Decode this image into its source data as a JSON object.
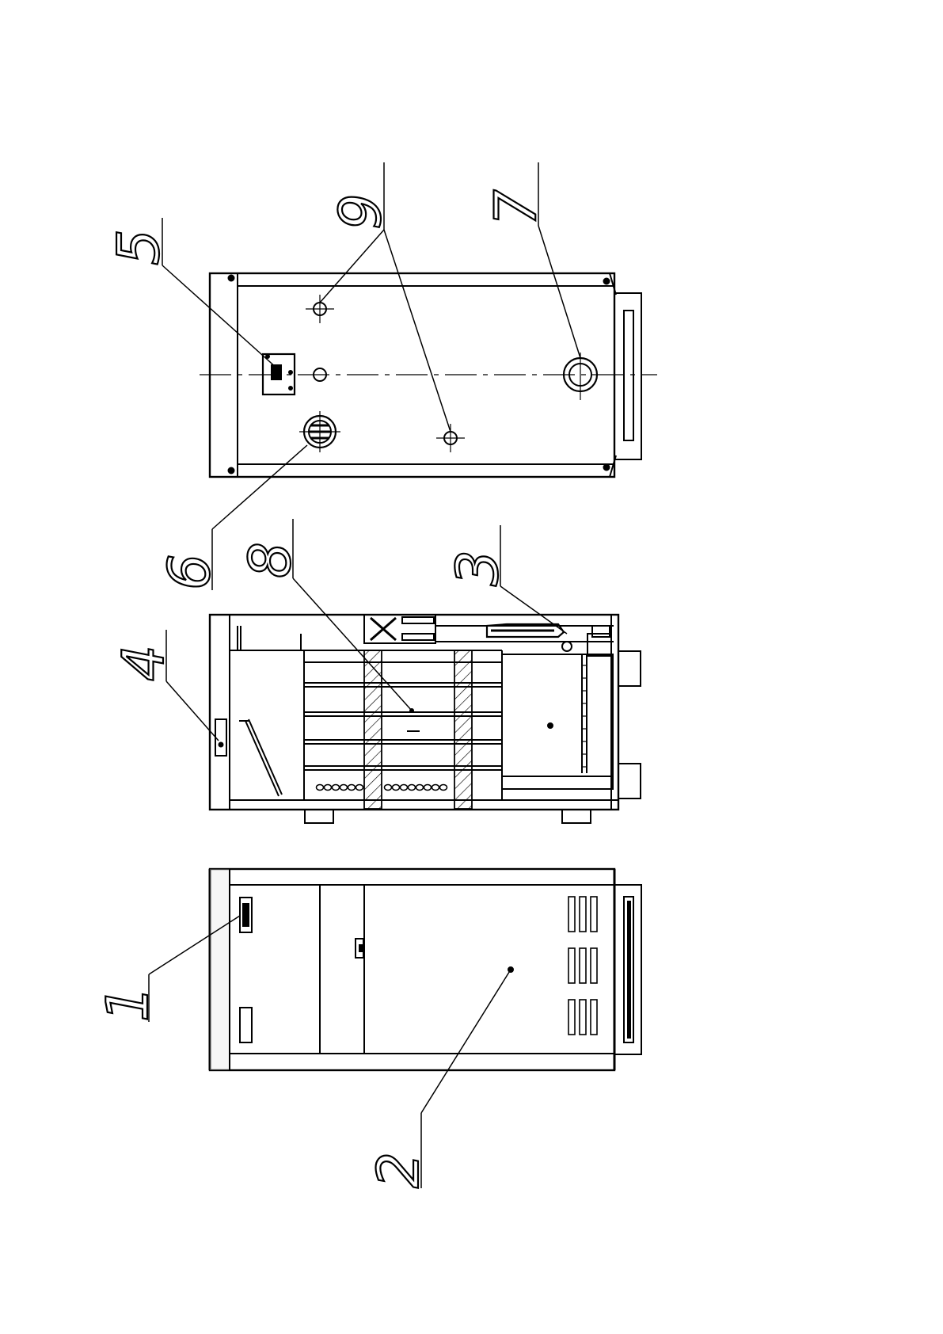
{
  "drawing": {
    "callouts": [
      {
        "id": "callout-1",
        "label": "1"
      },
      {
        "id": "callout-2",
        "label": "2"
      },
      {
        "id": "callout-3",
        "label": "3"
      },
      {
        "id": "callout-4",
        "label": "4"
      },
      {
        "id": "callout-5",
        "label": "5"
      },
      {
        "id": "callout-6",
        "label": "6"
      },
      {
        "id": "callout-7",
        "label": "7"
      },
      {
        "id": "callout-8",
        "label": "8"
      },
      {
        "id": "callout-9",
        "label": "9"
      }
    ],
    "colors": {
      "line": "#000000",
      "background": "#ffffff"
    }
  }
}
